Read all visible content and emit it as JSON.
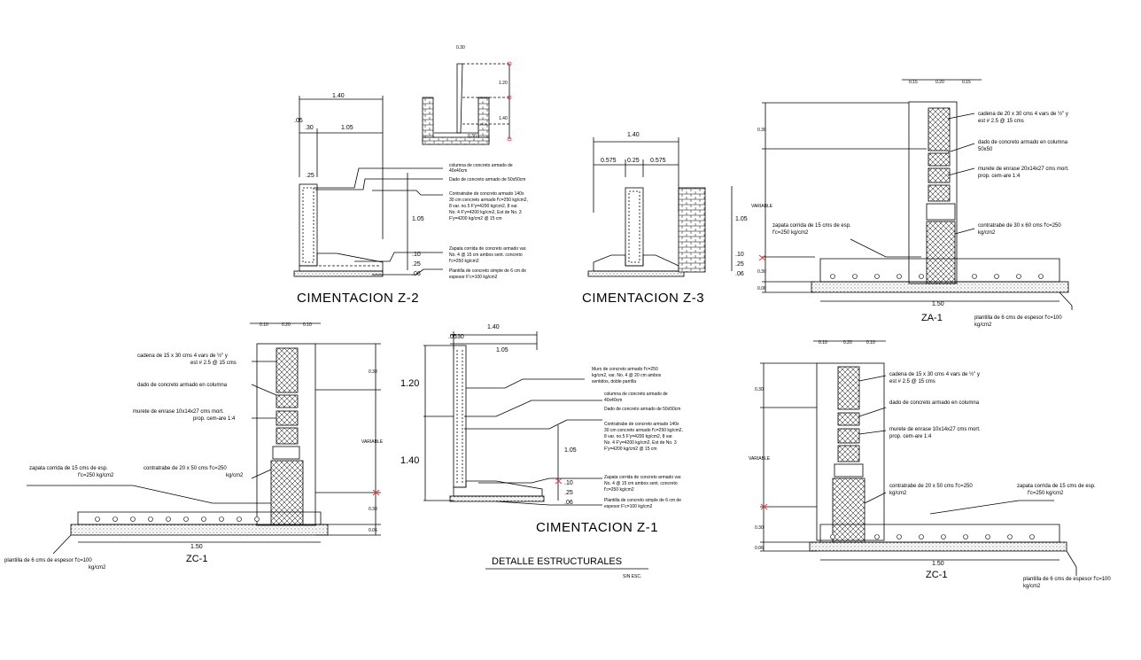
{
  "titles": {
    "z2": "CIMENTACION Z-2",
    "z3": "CIMENTACION Z-3",
    "z1": "CIMENTACION Z-1",
    "za1": "ZA-1",
    "zc1_left": "ZC-1",
    "zc1_right": "ZC-1",
    "main": "DETALLE ESTRUCTURALES",
    "scale": "SIN ESC."
  },
  "z2_notes": {
    "n1": "columna de concreto armado de",
    "n1b": "40x40cm",
    "n2": "Dado de concreto armado de 50x50cm",
    "n3": "Contratrabe de concreto armado 140x",
    "n3b": "30 cm concreto armado f'c=250 kg/cm2,",
    "n3c": "8 var. no.5  F'y=4200 kg/cm2,  8 var.",
    "n3d": "No. 4 F'y=4200 kg/cm2, Est de No. 3",
    "n3e": "F'y=4200 kg/cm2 @ 15 cm",
    "n4": "Zapata corrida de concreto armado var.",
    "n4b": "No. 4 @ 15 cm ambos  sent. concreto",
    "n4c": "f'c=250 kg/cm2",
    "n5": "Plantilla de concreto simple de 6 cm de",
    "n5b": "espesor F'c=100 kg/cm2"
  },
  "z2_dims": {
    "d140": "1.40",
    "d05": ".05",
    "d30": ".30",
    "d105": "1.05",
    "d25": ".25",
    "d105v": "1.05",
    "d10": ".10",
    "d25b": ".25",
    "d06": ".06"
  },
  "z3_dims": {
    "d140": "1.40",
    "d575a": "0.575",
    "d25": "0.25",
    "d575b": "0.575",
    "d105": "1.05",
    "d10": ".10",
    "d25b": ".25",
    "d06": ".06"
  },
  "za1": {
    "n1": "cadena de 20 x 30 cms 4 vars de ½\" y",
    "n1b": "est # 2.5 @ 15 cms",
    "n2": "dado de concreto armado en columna",
    "n2b": "50x50",
    "n3": "murete de enrase 20x14x27 cms mort.",
    "n3b": "prop. cem-are 1:4",
    "n4": "zapata corrida de 15 cms de esp.",
    "n4b": "f'c=250 kg/cm2",
    "n5": "contratrabe de 30 x 60 cms f'c=250",
    "n5b": "kg/cm2",
    "n6": "plantilla de 6 cms de espesor f'c=100",
    "n6b": "kg/cm2",
    "d030": "0.30",
    "variable": "VARIABLE",
    "d030b": "0.30",
    "d006": "0.06",
    "d150": "1.50",
    "top1": "0.15",
    "top2": "0.20",
    "top3": "0.15"
  },
  "zc1_left": {
    "n1": "cadena de 15 x 30 cms 4 vars de ½\" y",
    "n1b": "est # 2.5 @ 15 cms",
    "n2": "dado de concreto armado en columna",
    "n3": "murete de enrase 10x14x27 cms mort.",
    "n3b": "prop. cem-are 1:4",
    "n4": "zapata corrida de 15 cms de esp.",
    "n4b": "f'c=250 kg/cm2",
    "n5": "contratrabe de 20 x 50 cms f'c=250",
    "n5b": "kg/cm2",
    "n6": "plantilla de 6 cms de espesor f'c=100",
    "n6b": "kg/cm2",
    "d030": "0.30",
    "variable": "VARIABLE",
    "d030b": "0.30",
    "d006": "0.06",
    "d150": "1.50",
    "top1": "0.10",
    "top2": "0.20",
    "top3": "0.10"
  },
  "z1": {
    "n1": "Muro de concreto armado f'c=250",
    "n1b": "kg/cm2, var. No. 4 @ 20 cm ambos",
    "n1c": "sentidos, doble parrilla",
    "n2": "columna de concreto armado de",
    "n2b": "40x40cm",
    "n3": "Dado de concreto armado de 50x50cm",
    "n4": "Contratrabe de concreto armado 140x",
    "n4b": "30 cm concreto armado f'c=250 kg/cm2,",
    "n4c": "8 var. no.5  F'y=4200 kg/cm2,  8 var.",
    "n4d": "No. 4 F'y=4200 kg/cm2, Est de No. 3",
    "n4e": "F'y=4200 kg/cm2 @ 15 cm",
    "n5": "Zapata corrida de concreto armado var.",
    "n5b": "No. 4 @ 15 cm ambos  sent. concreto",
    "n5c": "f'c=250 kg/cm2",
    "n6": "Plantilla de concreto simple de 6 cm de",
    "n6b": "espesor F'c=100 kg/cm2",
    "d140": "1.40",
    "d05": ".05",
    "d30": ".30",
    "d105": "1.05",
    "d120": "1.20",
    "d140v": "1.40",
    "d105v": "1.05",
    "d10": ".10",
    "d25": ".25",
    "d06": ".06"
  },
  "zc1_right": {
    "n1": "cadena de 15 x 30 cms 4 vars de ½\" y",
    "n1b": "est # 2.5 @ 15 cms",
    "n2": "dado de concreto armado en columna",
    "n3": "murete de enrase 10x14x27 cms mort.",
    "n3b": "prop. cem-are 1:4",
    "n4": "contratrabe de 20 x 50 cms f'c=250",
    "n4b": "kg/cm2",
    "n5": "zapata corrida de 15 cms de esp.",
    "n5b": "f'c=250 kg/cm2",
    "n6": "plantilla de 6 cms de espesor f'c=100",
    "n6b": "kg/cm2",
    "d030": "0.30",
    "variable": "VARIABLE",
    "d030b": "0.30",
    "d006": "0.06",
    "d150": "1.50",
    "top1": "0.10",
    "top2": "0.20",
    "top3": "0.10"
  },
  "small_detail": {
    "d1": "0.30",
    "d2": "1.20",
    "d3": "1.40",
    "d4": "0.30"
  }
}
